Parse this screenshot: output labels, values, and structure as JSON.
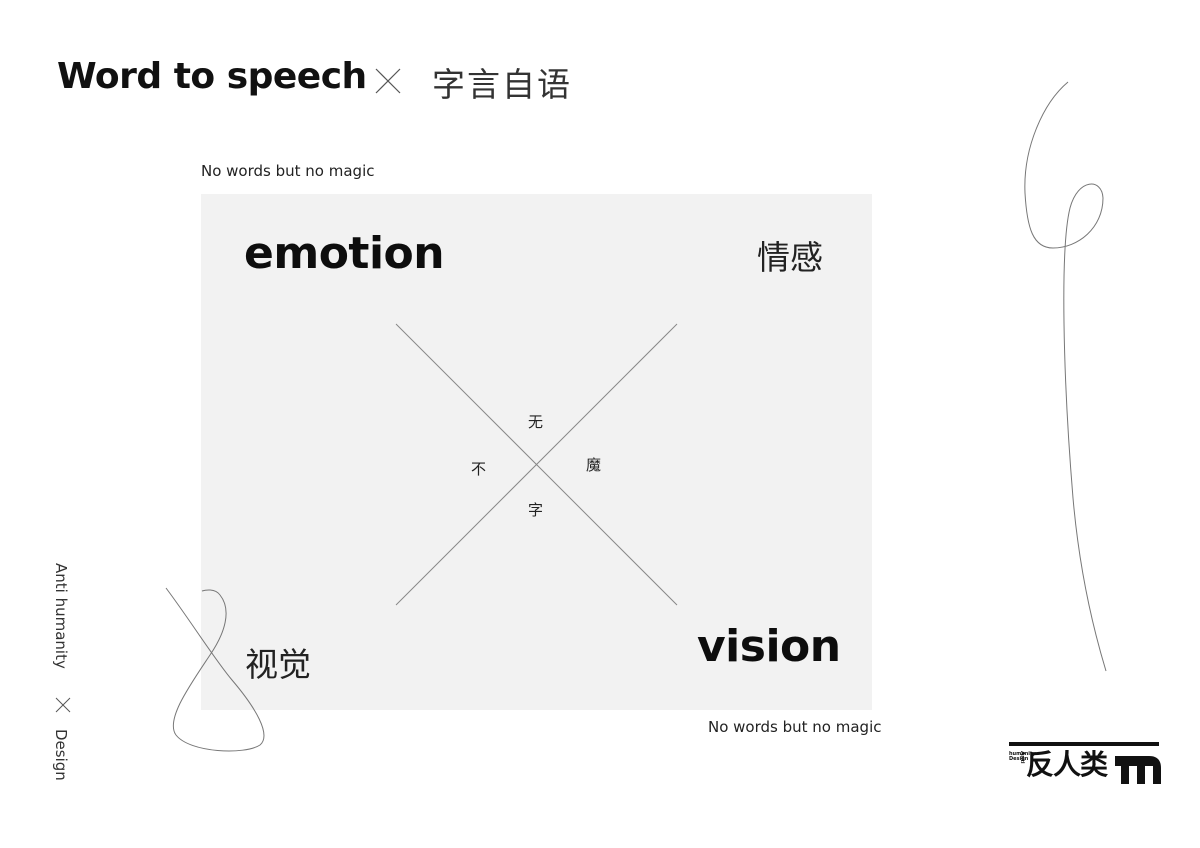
{
  "header": {
    "title_en": "Word to speech",
    "title_cn": "字言自语"
  },
  "captions": {
    "top": "No words but no magic",
    "bottom": "No words but no magic"
  },
  "panel": {
    "top_left": "emotion",
    "top_right": "情感",
    "bottom_left": "视觉",
    "bottom_right": "vision",
    "center": {
      "top": "无",
      "left": "不",
      "right": "魔",
      "bottom": "字"
    }
  },
  "side": {
    "line1": "Anti humanity",
    "line2": "Design"
  },
  "logo": {
    "small_line1": "Anti",
    "small_line2": "humanity",
    "small_line3": "Design",
    "cn": "反人类"
  },
  "colors": {
    "background": "#ffffff",
    "panel": "#f2f2f2",
    "text": "#111111",
    "line": "#888888"
  },
  "icons": [
    "cross-icon",
    "logo-mark-icon"
  ]
}
